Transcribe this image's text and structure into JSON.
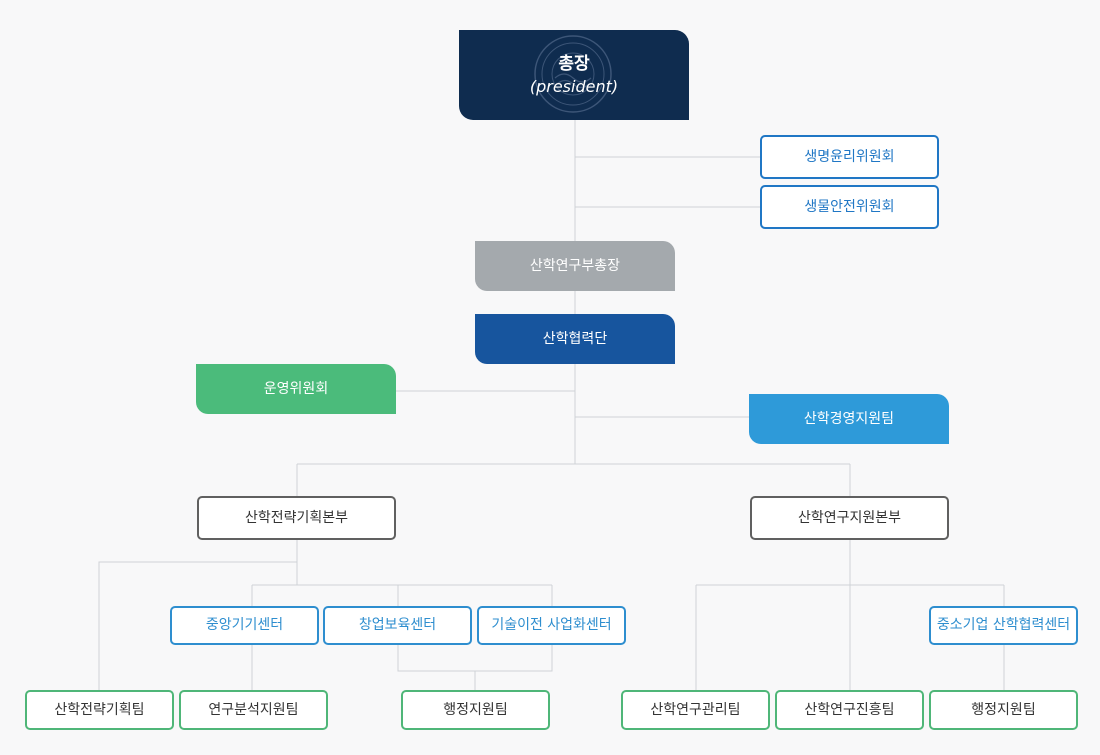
{
  "president": {
    "title": "총장",
    "subtitle": "(president)"
  },
  "committees": {
    "bioethics": "생명윤리위원회",
    "biosafety": "생물안전위원회"
  },
  "vice_president": "산학연구부총장",
  "foundation": "산학협력단",
  "steering_committee": "운영위원회",
  "management_team": "산학경영지원팀",
  "headquarters": {
    "strategy": "산학전략기획본부",
    "research_support": "산학연구지원본부"
  },
  "centers": {
    "central_equipment": "중앙기기센터",
    "incubation": "창업보육센터",
    "tech_transfer": "기술이전 사업화센터",
    "sme_cooperation": "중소기업 산학협력센터"
  },
  "teams": {
    "strategy_planning": "산학전략기획팀",
    "analysis_support": "연구분석지원팀",
    "admin_support_left": "행정지원팀",
    "research_management": "산학연구관리팀",
    "research_promotion": "산학연구진흥팀",
    "admin_support_right": "행정지원팀"
  },
  "colors": {
    "president": "#0f2c4f",
    "vice_president": "#a4a9ad",
    "foundation": "#17559e",
    "steering_committee": "#4bbb7b",
    "management_team": "#2e9ad9",
    "committee_border": "#2077c5",
    "center_border": "#2e8ecf",
    "team_border": "#4fb678",
    "connector": "#cfd2d6"
  }
}
